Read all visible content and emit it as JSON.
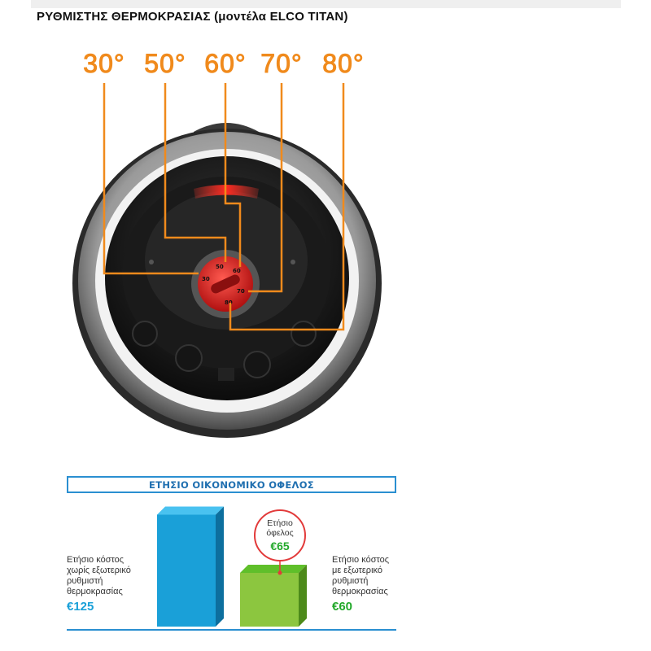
{
  "page": {
    "title": "ΡΥΘΜΙΣΤΗΣ ΘΕΡΜΟΚΡΑΣΙΑΣ (μοντέλα ELCO TITAN)"
  },
  "thermostat": {
    "temperature_labels": [
      "30°",
      "50°",
      "60°",
      "70°",
      "80°"
    ],
    "dial_marks": [
      "30",
      "50",
      "60",
      "70",
      "80"
    ],
    "accent_color": "#f08a1c"
  },
  "savings_panel": {
    "banner_title": "ΕΤΗΣΙΟ ΟΙΚΟΝΟΜΙΚΟ ΟΦΕΛΟΣ",
    "left": {
      "description_lines": [
        "Ετήσιο κόστος",
        "χωρίς εξωτερικό",
        "ρυθμιστή",
        "θερμοκρασίας"
      ],
      "value": "€125",
      "color": "#1aa0d8"
    },
    "right": {
      "description_lines": [
        "Ετήσιο κόστος",
        "με εξωτερικό",
        "ρυθμιστή",
        "θερμοκρασίας"
      ],
      "value": "€60",
      "color": "#8cc63f"
    },
    "bubble": {
      "label_lines": [
        "Ετήσιο",
        "όφελος"
      ],
      "value": "€65",
      "color": "#e23a3a"
    }
  },
  "chart_data": {
    "type": "bar",
    "categories": [
      "χωρίς εξωτερικό ρυθμιστή θερμοκρασίας",
      "με εξωτερικό ρυθμιστή θερμοκρασίας"
    ],
    "values": [
      125,
      60
    ],
    "unit": "€"
  }
}
